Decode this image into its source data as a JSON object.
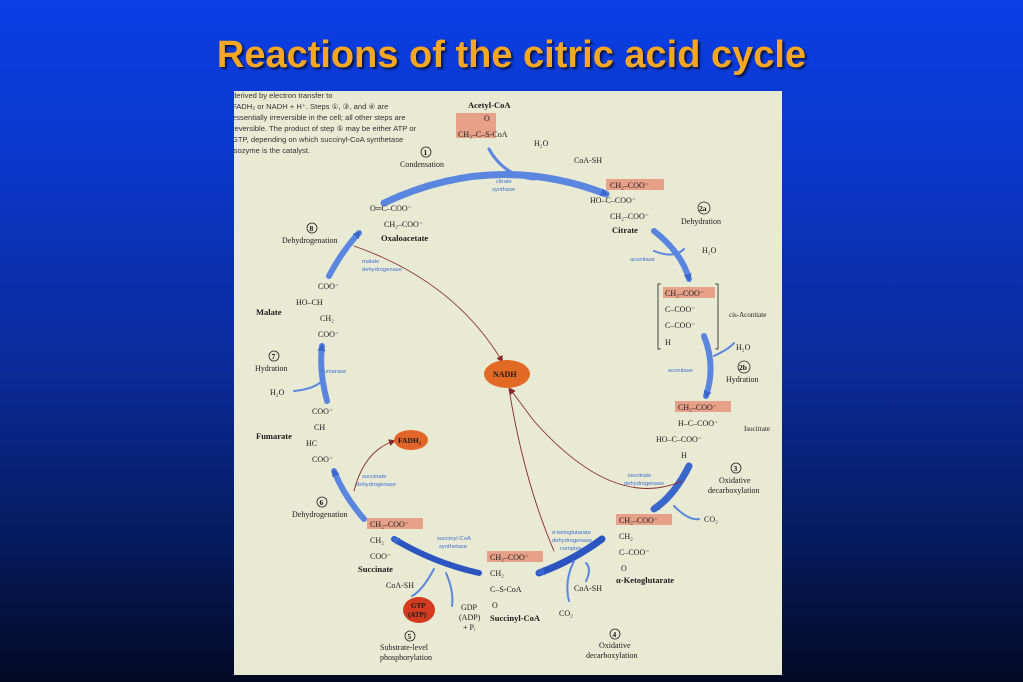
{
  "slide": {
    "title": "Reactions of the citric acid cycle"
  },
  "caption": {
    "lines": [
      "derived by electron transfer to",
      "FADH₂ or NADH + H⁺. Steps ①, ③, and ④ are",
      "essentially irreversible in the cell; all other steps are",
      "reversible. The product of step ⑤ may be either ATP or",
      "GTP, depending on which succinyl-CoA synthetase",
      "isozyme is the catalyst."
    ]
  },
  "colors": {
    "title": "#f5a623",
    "arrow": "#4a78d8",
    "nadh": "#e36a24",
    "fadh": "#e2662a",
    "gtp": "#d33a1f",
    "highlight": "#e8a189"
  },
  "metabolites": {
    "acetyl_coa": {
      "name": "Acetyl-CoA",
      "formula": [
        "O",
        "CH₃–C–S-CoA"
      ]
    },
    "citrate": {
      "name": "Citrate",
      "formula": [
        "CH₂–COO⁻",
        "HO–C–COO⁻",
        "CH₂–COO⁻"
      ]
    },
    "cis_aconitate": {
      "name": "cis-Aconitate",
      "formula": [
        "CH₂–COO⁻",
        "C–COO⁻",
        "C–COO⁻",
        "H"
      ]
    },
    "isocitrate": {
      "name": "Isocitrate",
      "formula": [
        "CH₂–COO⁻",
        "H–C–COO⁻",
        "HO–C–COO⁻",
        "H"
      ]
    },
    "alpha_ketoglutarate": {
      "name": "α-Ketoglutarate",
      "formula": [
        "CH₂–COO⁻",
        "CH₂",
        "C–COO⁻",
        "O"
      ]
    },
    "succinyl_coa": {
      "name": "Succinyl-CoA",
      "formula": [
        "CH₂–COO⁻",
        "CH₂",
        "C–S-CoA",
        "O"
      ]
    },
    "succinate": {
      "name": "Succinate",
      "formula": [
        "CH₂–COO⁻",
        "CH₂",
        "COO⁻"
      ]
    },
    "fumarate": {
      "name": "Fumarate",
      "formula": [
        "COO⁻",
        "CH",
        "HC",
        "COO⁻"
      ]
    },
    "malate": {
      "name": "Malate",
      "formula": [
        "COO⁻",
        "HO–CH",
        "CH₂",
        "COO⁻"
      ]
    },
    "oxaloacetate": {
      "name": "Oxaloacetate",
      "formula": [
        "O═C–COO⁻",
        "CH₂–COO⁻"
      ]
    }
  },
  "steps": [
    {
      "num": "1",
      "label": "Condensation",
      "enzyme": [
        "citrate",
        "synthase"
      ]
    },
    {
      "num": "2a",
      "label": "Dehydration",
      "enzyme": [
        "aconitase"
      ]
    },
    {
      "num": "2b",
      "label": "Hydration",
      "enzyme": [
        "aconitase"
      ]
    },
    {
      "num": "3",
      "label": "Oxidative decarboxylation",
      "label_lines": [
        "Oxidative",
        "decarboxylation"
      ],
      "enzyme": [
        "isocitrate",
        "dehydrogenase"
      ]
    },
    {
      "num": "4",
      "label_lines": [
        "Oxidative",
        "decarboxylation"
      ],
      "enzyme": [
        "α-ketoglutarate",
        "dehydrogenase",
        "complex"
      ]
    },
    {
      "num": "5",
      "label_lines": [
        "Substrate-level",
        "phosphorylation"
      ],
      "enzyme": [
        "succinyl-CoA",
        "synthetase"
      ]
    },
    {
      "num": "6",
      "label": "Dehydrogenation",
      "enzyme": [
        "succinate",
        "dehydrogenase"
      ]
    },
    {
      "num": "7",
      "label": "Hydration",
      "enzyme": [
        "fumarase"
      ]
    },
    {
      "num": "8",
      "label": "Dehydrogenation",
      "enzyme": [
        "malate",
        "dehydrogenase"
      ]
    }
  ],
  "side_molecules": {
    "h2o_1": "H₂O",
    "coash_1": "CoA-SH",
    "h2o_2a": "H₂O",
    "h2o_2b": "H₂O",
    "co2_3": "CO₂",
    "coash_4": "CoA-SH",
    "co2_4": "CO₂",
    "gdp": [
      "GDP",
      "(ADP)",
      "+ Pᵢ"
    ],
    "coash_5": "CoA-SH",
    "h2o_7": "H₂O"
  },
  "cofactors": {
    "nadh": "NADH",
    "fadh2": "FADH₂",
    "gtp": [
      "GTP",
      "(ATP)"
    ]
  }
}
